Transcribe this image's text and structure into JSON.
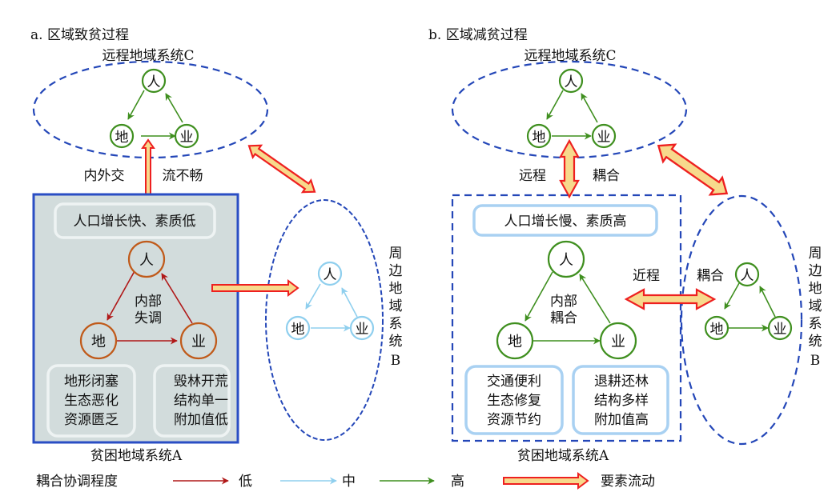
{
  "colors": {
    "low": "#b01818",
    "mid": "#8fcfee",
    "high": "#3f8f1f",
    "ellipse": "#2447b8",
    "panelFill": "#d2dcdc",
    "panelBorder": "#2a4ec4",
    "flowFill": "#f7d98c",
    "flowStroke": "#ee2020",
    "nodeLow": "#c05a1a",
    "boxLight": "#a9d1f2"
  },
  "panel_a": {
    "title": "a. 区域致贫过程",
    "remote_label": "远程地域系统C",
    "flow_label_left": "内外交",
    "flow_label_right": "流不畅",
    "top_box": "人口增长快、素质低",
    "inner_label_1": "内部",
    "inner_label_2": "失调",
    "box_left": [
      "地形闭塞",
      "生态恶化",
      "资源匮乏"
    ],
    "box_right": [
      "毁林开荒",
      "结构单一",
      "附加值低"
    ],
    "system_label": "贫困地域系统A",
    "neighbor_label": [
      "周",
      "边",
      "地",
      "域",
      "系",
      "统",
      "B"
    ]
  },
  "panel_b": {
    "title": "b. 区域减贫过程",
    "remote_label": "远程地域系统C",
    "flow_label_left": "远程",
    "flow_label_right": "耦合",
    "top_box": "人口增长慢、素质高",
    "inner_label_1": "内部",
    "inner_label_2": "耦合",
    "box_left": [
      "交通便利",
      "生态修复",
      "资源节约"
    ],
    "box_right": [
      "退耕还林",
      "结构多样",
      "附加值高"
    ],
    "system_label": "贫困地域系统A",
    "near_label": "近程",
    "near_label_2": "耦合",
    "neighbor_label": [
      "周",
      "边",
      "地",
      "域",
      "系",
      "统",
      "B"
    ]
  },
  "nodes": {
    "person": "人",
    "land": "地",
    "industry": "业"
  },
  "legend": {
    "title": "耦合协调程度",
    "low": "低",
    "mid": "中",
    "high": "高",
    "flow": "要素流动"
  }
}
